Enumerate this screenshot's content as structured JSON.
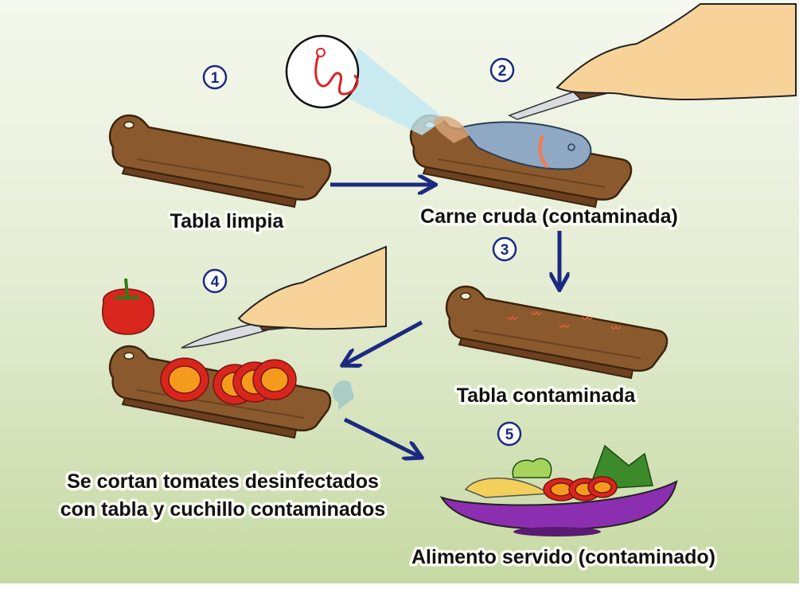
{
  "steps": [
    {
      "number": "1",
      "label": "Tabla limpia"
    },
    {
      "number": "2",
      "label": "Carne cruda (contaminada)"
    },
    {
      "number": "3",
      "label": "Tabla contaminada"
    },
    {
      "number": "4",
      "label_line1": "Se cortan tomates desinfectados",
      "label_line2": "con tabla y cuchillo contaminados"
    },
    {
      "number": "5",
      "label": "Alimento servido (contaminado)"
    }
  ],
  "colors": {
    "board": "#8a5a2e",
    "arrow": "#1b2a80",
    "bg_top": "#f5f8ee",
    "bg_bottom": "#c6d9a2",
    "tomato": "#d9261c",
    "bowl": "#8b2fb0"
  }
}
